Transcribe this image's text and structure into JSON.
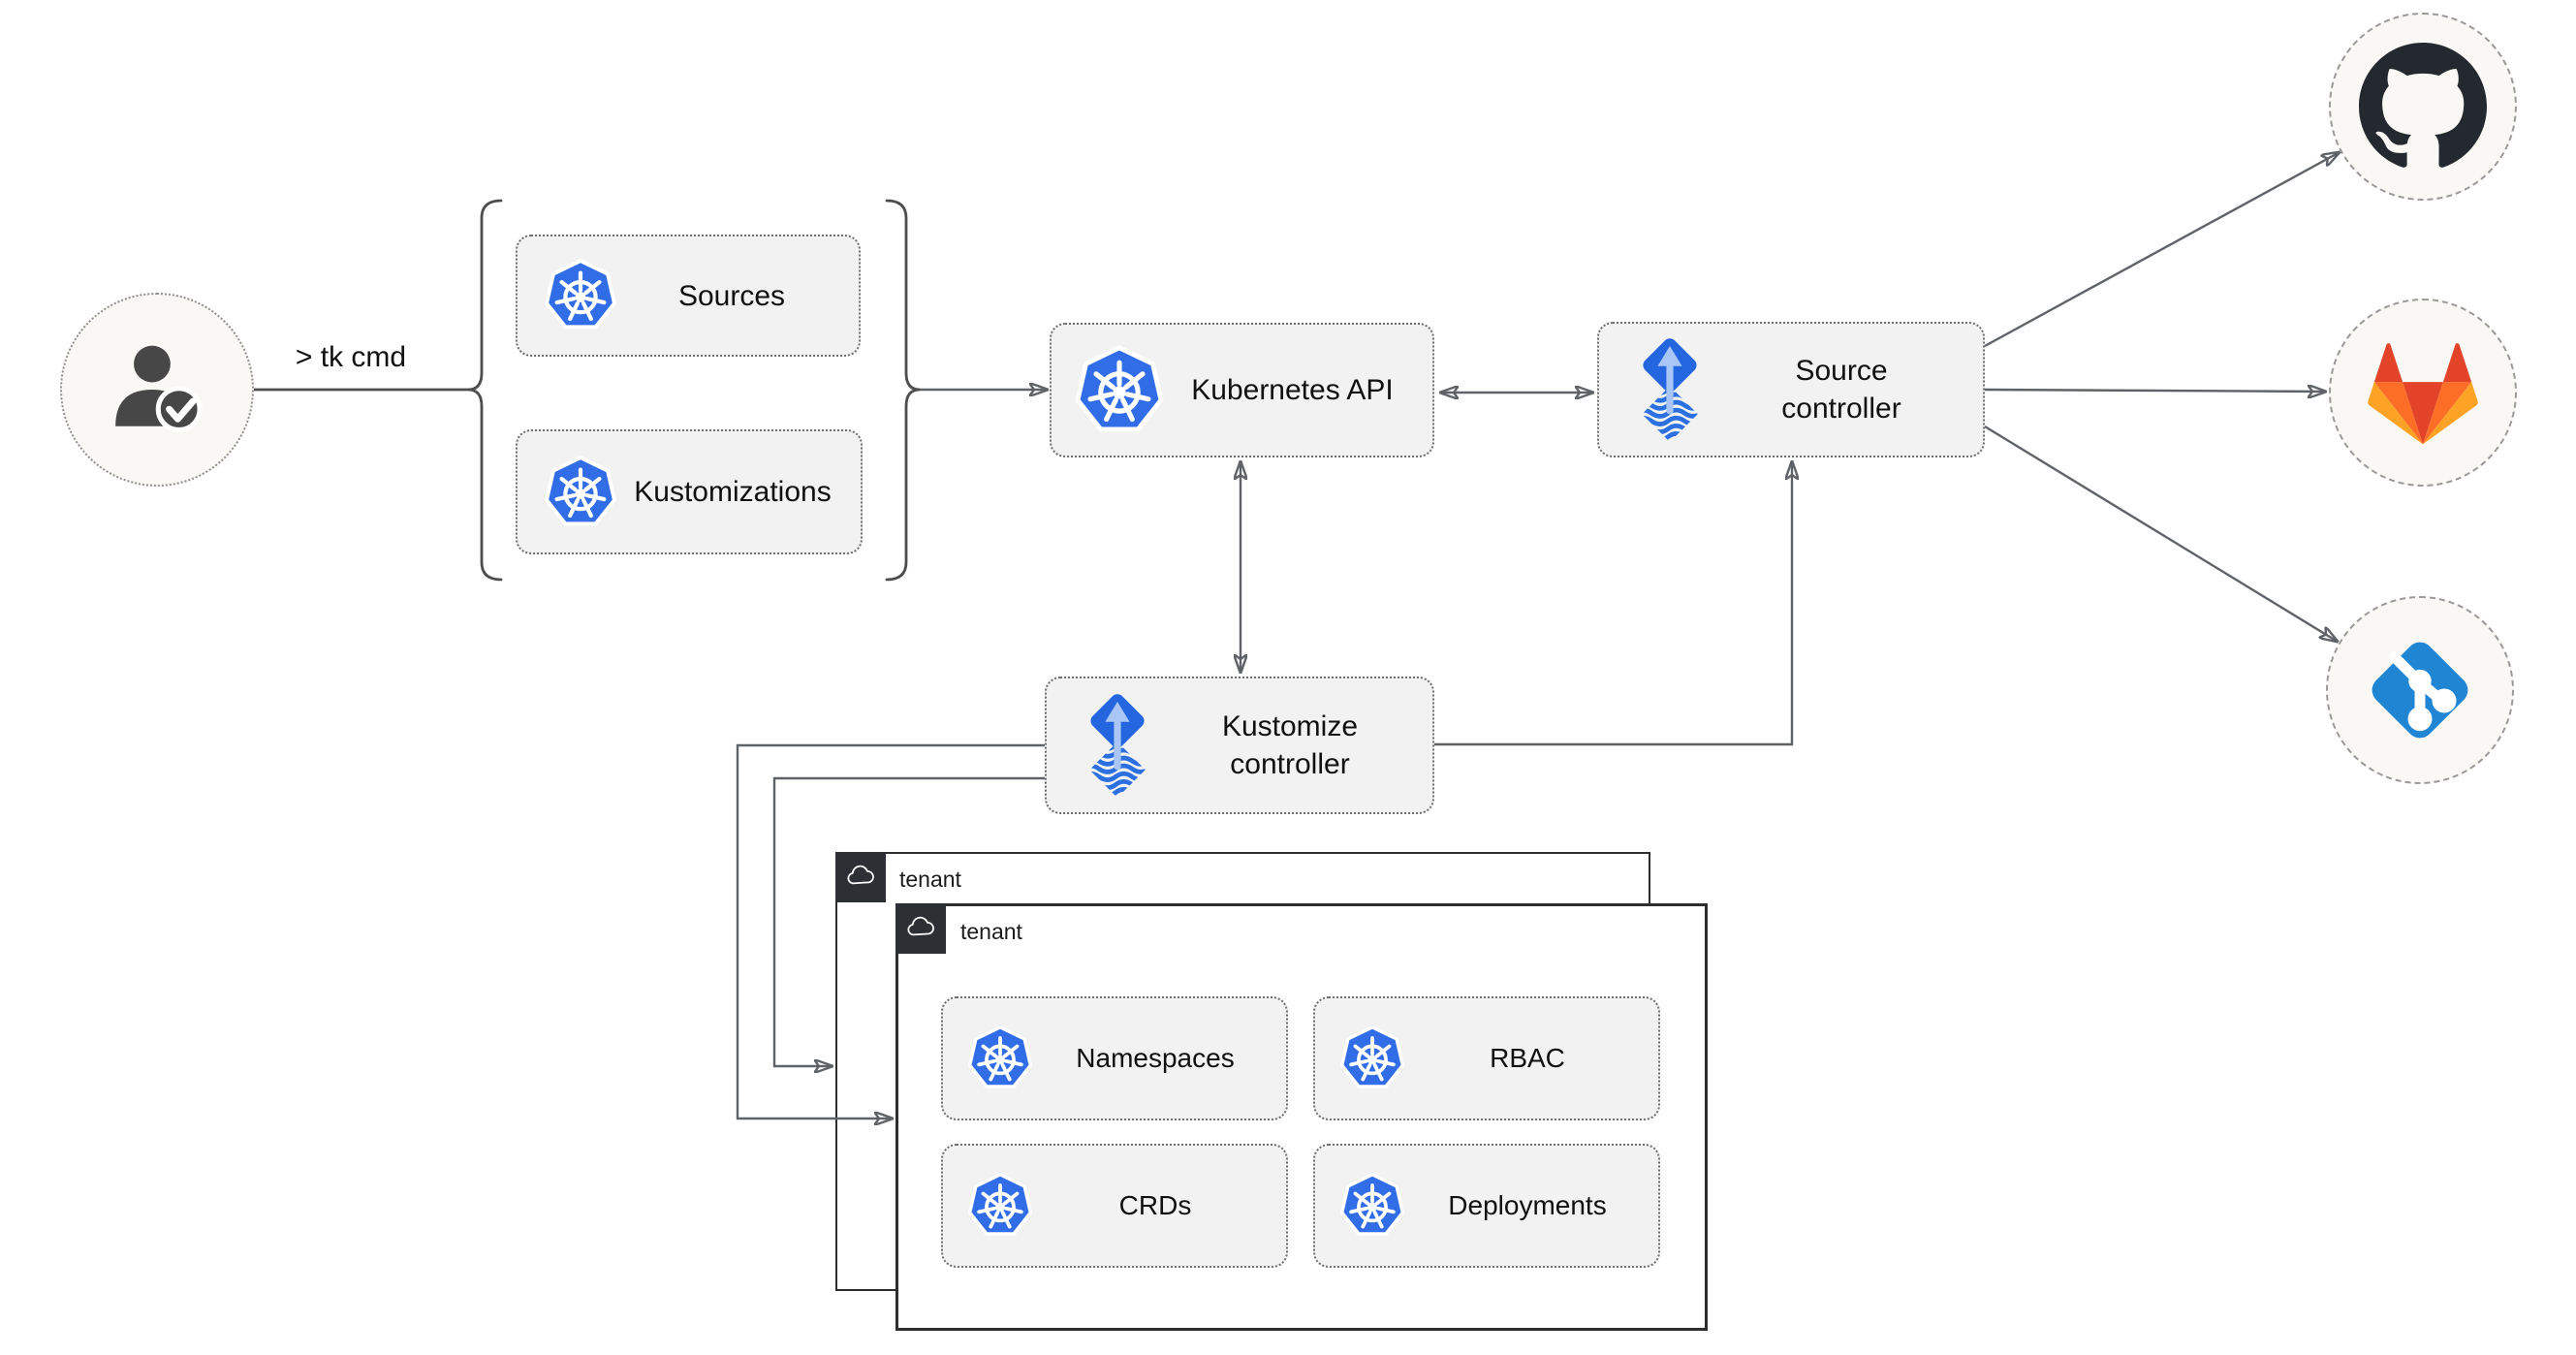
{
  "actor": {
    "command": "> tk cmd"
  },
  "cli_group": {
    "items": [
      {
        "label": "Sources"
      },
      {
        "label": "Kustomizations"
      }
    ]
  },
  "cluster": {
    "kubernetes_api": {
      "label": "Kubernetes API"
    },
    "source_controller": {
      "label": "Source controller"
    },
    "kustomize_controller": {
      "label": "Kustomize controller"
    }
  },
  "tenants": {
    "back": {
      "label": "tenant"
    },
    "front": {
      "label": "tenant",
      "resources": [
        {
          "label": "Namespaces"
        },
        {
          "label": "RBAC"
        },
        {
          "label": "CRDs"
        },
        {
          "label": "Deployments"
        }
      ]
    }
  },
  "git_providers": [
    {
      "icon": "github-icon"
    },
    {
      "icon": "gitlab-icon"
    },
    {
      "icon": "git-icon"
    }
  ],
  "colors": {
    "kubernetes_blue": "#316DE6",
    "flux_blue": "#2465E0",
    "flux_waves_blue": "#2B6FE0",
    "flux_arrow_light": "#A9C6F7",
    "github_dark": "#24292F",
    "gitlab_red": "#E24329",
    "gitlab_orange": "#FC6D26",
    "gitlab_light_orange": "#FCA326",
    "git_blue": "#2086D4",
    "connector_gray": "#5F6368",
    "node_fill": "#F2F2F2",
    "endpoint_fill": "#FAF8F4",
    "window_tab_dark": "#2C3034"
  }
}
